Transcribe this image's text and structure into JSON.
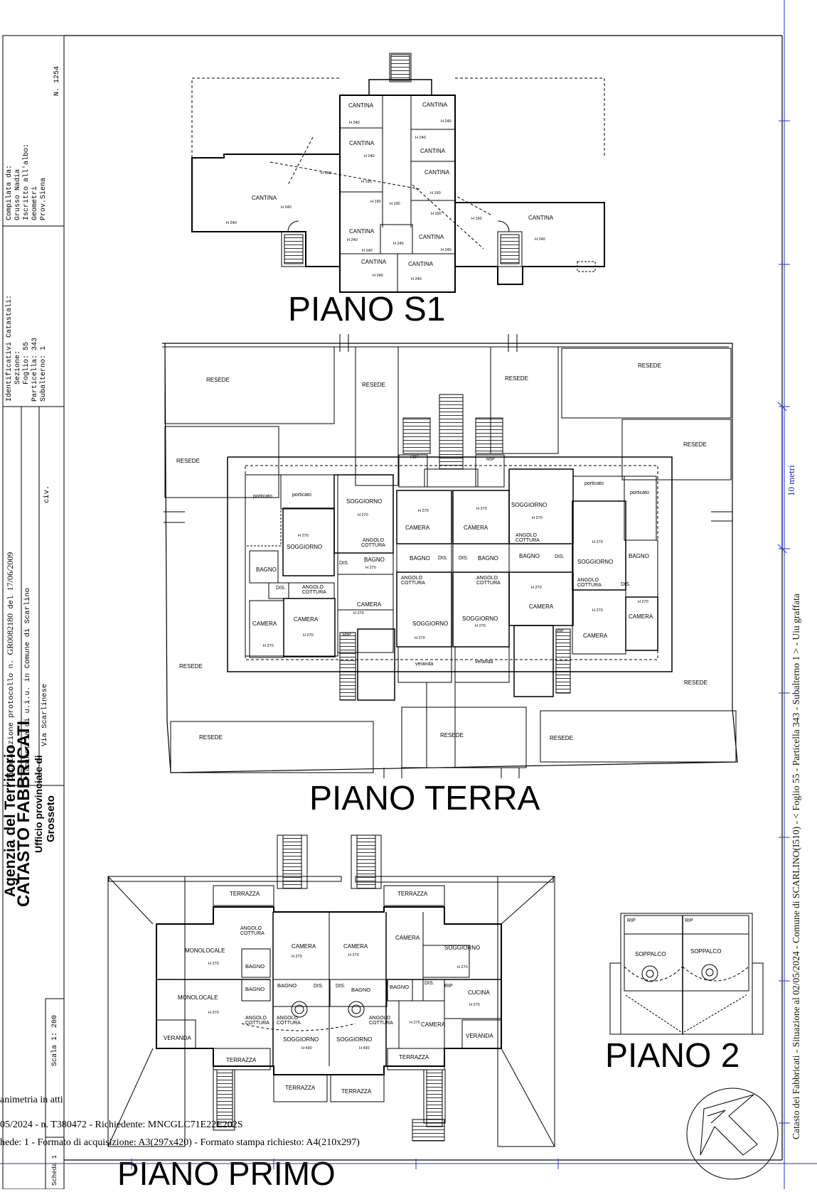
{
  "header": {
    "agency_line1": "Agenzia del Territorio",
    "agency_line2": "CATASTO FABBRICATI",
    "agency_line3": "Ufficio provinciale di",
    "agency_line4": "Grosseto",
    "declaration_label": "Dichiarazione protocollo n.",
    "declaration_number": "GR0082180",
    "declaration_del": "del",
    "declaration_date": "17/06/2009",
    "planimetry_text": "Planimetria di u.i.u. in Comune di Scarlino",
    "address": "Via Scarlinese",
    "civ": "civ.",
    "identifiers": [
      "Identificativi Catastali:",
      "Sezione:",
      "Foglio: 55",
      "Particella: 343",
      "Subalterno: 1"
    ],
    "compiled": [
      "Compilata da:",
      "Grusso Nadia",
      "Iscritto all'albo:",
      "Geometri",
      "Prov.Siena"
    ],
    "n_label": "N. 1254",
    "scale": "Scala 1: 200",
    "scheda": "Scheda 1"
  },
  "footer": {
    "line1": "animetria in atti",
    "line2": "05/2024 - n. T380472 - Richiedente: MNCGLC71E22E202S",
    "line3": "hede: 1 - Formato di acquisizione: A3(297x420) - Formato stampa richiesto: A4(210x297)"
  },
  "side": {
    "scale_bar": "10 metri",
    "vertical_caption": "Catasto dei Fabbricati - Situazione al 02/05/2024 - Comune di SCARLINO(I510) - < Foglio 55 - Particella 343 - Subalterno 1 > - Uiu graffata"
  },
  "floors": {
    "s1": "PIANO S1",
    "terra": "PIANO TERRA",
    "primo": "PIANO PRIMO",
    "secondo": "PIANO 2"
  },
  "rooms": {
    "cantina": "CANTINA",
    "resede": "RESEDE",
    "porticato": "porticato",
    "soggiorno": "SOGGIORNO",
    "camera": "CAMERA",
    "bagno": "BAGNO",
    "dis": "DIS.",
    "rip": "RIP",
    "angolo": "ANGOLO",
    "cottura": "COTTURA",
    "veranda": "veranda",
    "veranda_caps": "VERANDA",
    "terrazza": "TERRAZZA",
    "monolocale": "MONOLOCALE",
    "cucina": "CUCINA",
    "soppalco": "SOPPALCO",
    "h240": "H 240",
    "h190": "H 190",
    "h270": "H 270",
    "h430": "H 430"
  }
}
